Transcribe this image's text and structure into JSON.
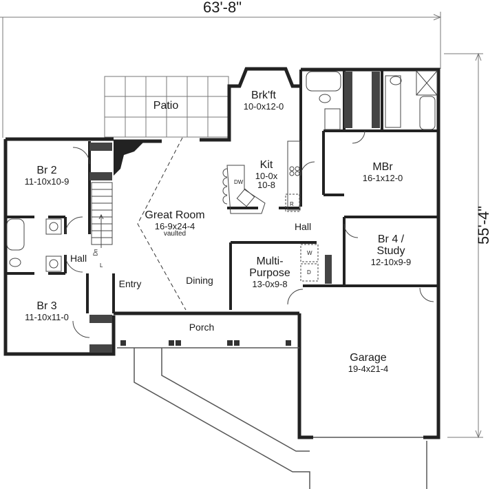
{
  "dimensions": {
    "width": "63'-8\"",
    "depth": "55'-4\""
  },
  "rooms": {
    "patio": {
      "name": "Patio"
    },
    "brkft": {
      "name": "Brk'ft",
      "size": "10-0x12-0"
    },
    "kit": {
      "name": "Kit",
      "size_line1": "10-0x",
      "size_line2": "10-8"
    },
    "mbr": {
      "name": "MBr",
      "size": "16-1x12-0"
    },
    "br2": {
      "name": "Br 2",
      "size": "11-10x10-9"
    },
    "br3": {
      "name": "Br 3",
      "size": "11-10x11-0"
    },
    "great_room": {
      "name": "Great Room",
      "size": "16-9x24-4",
      "note": "vaulted"
    },
    "dining": {
      "name": "Dining"
    },
    "hall_left": {
      "name": "Hall"
    },
    "hall_center": {
      "name": "Hall"
    },
    "entry": {
      "name": "Entry"
    },
    "br4": {
      "name_line1": "Br 4 /",
      "name_line2": "Study",
      "size": "12-10x9-9"
    },
    "multi": {
      "name_line1": "Multi-",
      "name_line2": "Purpose",
      "size": "13-0x9-8"
    },
    "porch": {
      "name": "Porch"
    },
    "garage": {
      "name": "Garage",
      "size": "19-4x21-4"
    }
  },
  "appliances": {
    "dw": "DW",
    "r": "R",
    "w": "W",
    "d": "D",
    "stair": "Dn",
    "linen": "L"
  }
}
